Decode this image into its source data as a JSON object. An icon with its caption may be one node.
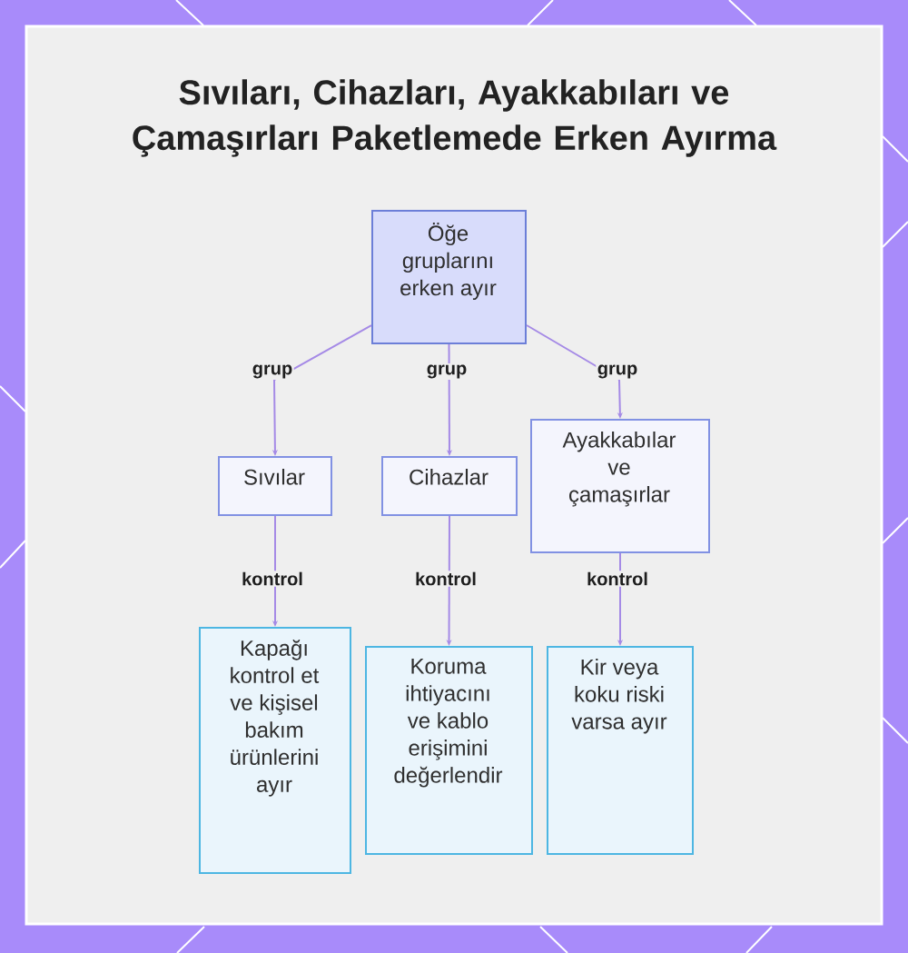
{
  "diagram": {
    "title": "Sıvıları, Cihazları, Ayakkabıları ve Çamaşırları Paketlemede Erken Ayırma",
    "nodes": [
      {
        "text": [
          "Öğe gruplarını erken ayır"
        ]
      },
      {
        "text": [
          "Sıvılar"
        ]
      },
      {
        "text": [
          "Cihazlar"
        ]
      },
      {
        "text": [
          "Ayakkabılar ve çamaşırlar"
        ]
      },
      {
        "text": [
          "Kapağı kontrol et ve kişisel bakım ürünlerini ayır"
        ]
      },
      {
        "text": [
          "Koruma ihtiyacını ve kablo erişimini değerlendir"
        ]
      },
      {
        "text": [
          "Kir veya koku riski varsa ayır"
        ]
      }
    ],
    "edges": [
      {
        "from": 0,
        "to": 1,
        "arrow": "to",
        "label": "grup"
      },
      {
        "from": 0,
        "to": 2,
        "arrow": "to",
        "label": "grup"
      },
      {
        "from": 0,
        "to": 3,
        "arrow": "to",
        "label": "grup"
      },
      {
        "from": 1,
        "to": 4,
        "arrow": "to",
        "label": "kontrol"
      },
      {
        "from": 2,
        "to": 5,
        "arrow": "to",
        "label": "kontrol"
      },
      {
        "from": 3,
        "to": 6,
        "arrow": "to",
        "label": "kontrol"
      }
    ]
  }
}
